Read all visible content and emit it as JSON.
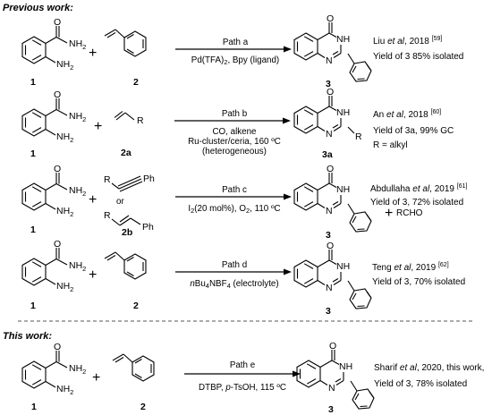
{
  "headers": {
    "previous": "Previous work:",
    "current": "This work:"
  },
  "atoms": {
    "O": "O",
    "NH2": "NH",
    "NH2_sub": "2",
    "NH": "NH",
    "N": "N",
    "R": "R",
    "Ph": "Ph"
  },
  "plus": "+",
  "rows": [
    {
      "path": "Path a",
      "conditions": [
        "Pd(TFA)",
        "2",
        ", Bpy (ligand)"
      ],
      "reactant1": "1",
      "reactant2": "2",
      "product": "3",
      "citation": [
        "Liu ",
        "et al",
        ", 2018 ",
        "[59]"
      ],
      "yield": "Yield of 3 85% isolated"
    },
    {
      "path": "Path b",
      "conditions": [
        "CO, alkene",
        "Ru-cluster/ceria, 160 ºC",
        "(heterogeneous)"
      ],
      "reactant1": "1",
      "reactant2": "2a",
      "product": "3a",
      "citation": [
        "An ",
        "et al",
        ", 2018 ",
        "[60]"
      ],
      "yield": "Yield of 3a, 99% GC",
      "note": "R = alkyl"
    },
    {
      "path": "Path c",
      "conditions": [
        "I",
        "2",
        "(20 mol%), O",
        "2",
        ", 110 ºC"
      ],
      "reactant1": "1",
      "reactant2": "2b",
      "or": "or",
      "product": "3",
      "byproduct": "RCHO",
      "citation": [
        "Abdullaha ",
        "et al",
        ", 2019 ",
        "[61]"
      ],
      "yield": "Yield of 3, 72% isolated"
    },
    {
      "path": "Path d",
      "conditions": [
        "n",
        "Bu",
        "4",
        "NBF",
        "4",
        " (electrolyte)"
      ],
      "reactant1": "1",
      "reactant2": "2",
      "product": "3",
      "citation": [
        "Teng ",
        "et al",
        ", 2019 ",
        "[62]"
      ],
      "yield": "Yield of 3, 70% isolated"
    },
    {
      "path": "Path e",
      "conditions": [
        "DTBP, ",
        "p",
        "-TsOH, 115 ºC"
      ],
      "reactant1": "1",
      "reactant2": "2",
      "product": "3",
      "citation": [
        "Sharif ",
        "et al",
        ", 2020, this work,"
      ],
      "yield": "Yield of 3, 78% isolated"
    }
  ]
}
